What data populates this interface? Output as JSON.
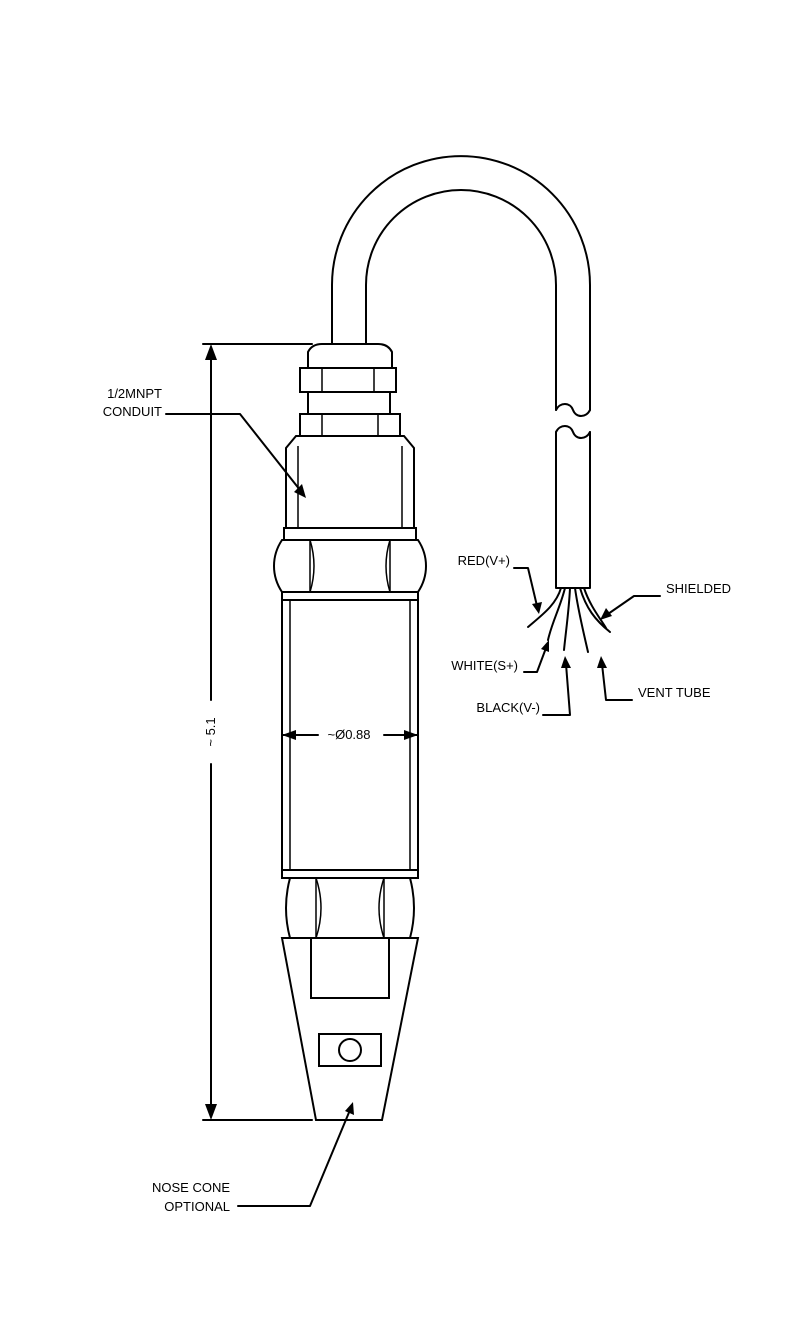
{
  "labels": {
    "conduit_line1": "1/2MNPT",
    "conduit_line2": "CONDUIT",
    "red": "RED(V+)",
    "shielded": "SHIELDED",
    "white": "WHITE(S+)",
    "black": "BLACK(V-)",
    "vent": "VENT TUBE",
    "diameter": "~Ø0.88",
    "length": "~ 5.1",
    "nose_line1": "NOSE CONE",
    "nose_line2": "OPTIONAL"
  }
}
